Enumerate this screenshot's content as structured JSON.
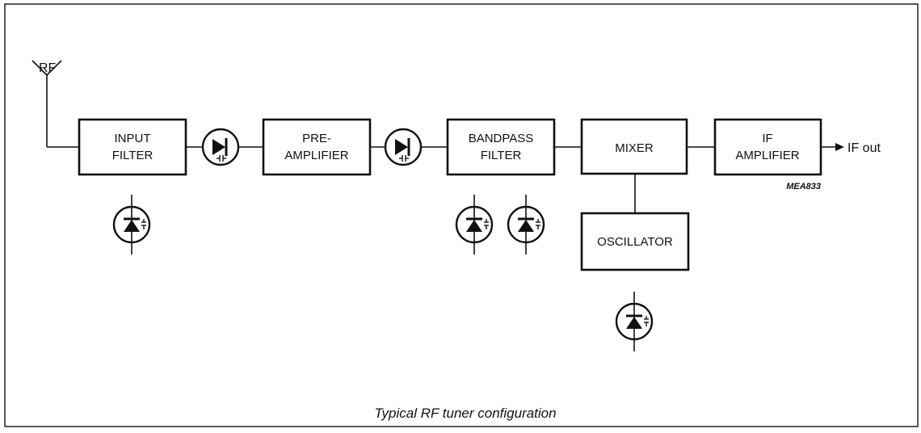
{
  "diagram": {
    "antenna_label": "RF",
    "output_label": "IF out",
    "reference_code": "MEA833",
    "caption": "Typical RF tuner configuration",
    "blocks": {
      "input_filter": [
        "INPUT",
        "FILTER"
      ],
      "preamplifier": [
        "PRE-",
        "AMPLIFIER"
      ],
      "bandpass_filter": [
        "BANDPASS",
        "FILTER"
      ],
      "mixer": [
        "MIXER"
      ],
      "if_amplifier": [
        "IF",
        "AMPLIFIER"
      ],
      "oscillator": [
        "OSCILLATOR"
      ]
    },
    "icon_names": {
      "series_diode": "pin-diode-icon",
      "tuning_diode": "varicap-diode-icon",
      "antenna": "antenna-icon"
    }
  }
}
